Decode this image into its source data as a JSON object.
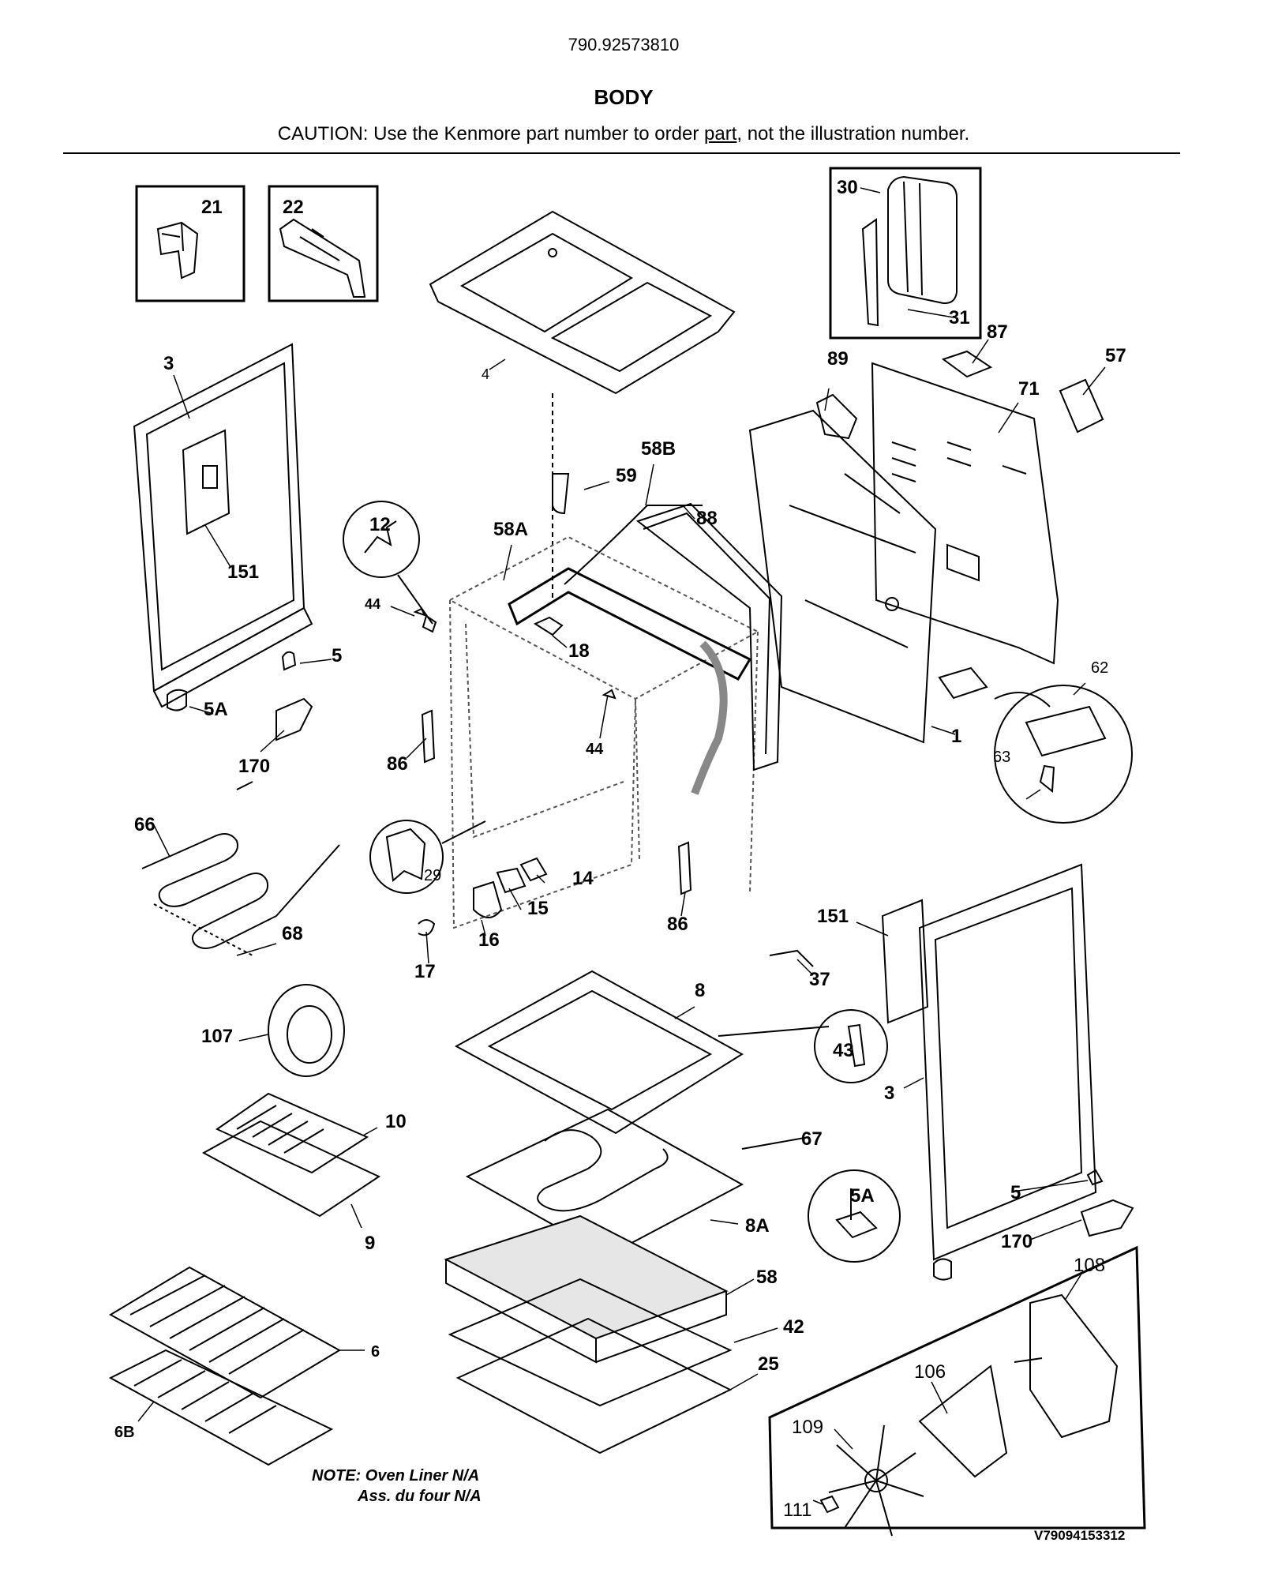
{
  "header": {
    "model": "790.92573810",
    "title": "BODY",
    "caution_pre": "CAUTION: Use the Kenmore part number to order ",
    "caution_word": "part",
    "caution_post": ", not the illustration number."
  },
  "labels": {
    "p21": "21",
    "p22": "22",
    "p30": "30",
    "p31": "31",
    "p87": "87",
    "p57": "57",
    "p89": "89",
    "p71": "71",
    "p3a": "3",
    "p4": "4",
    "p59": "59",
    "p58b": "58B",
    "p88": "88",
    "p58a": "58A",
    "p12": "12",
    "p151a": "151",
    "p44a": "44",
    "p18": "18",
    "p5a": "5",
    "p5aa": "5A",
    "p170a": "170",
    "p86a": "86",
    "p44b": "44",
    "p1": "1",
    "p62": "62",
    "p63": "63",
    "p66": "66",
    "p68": "68",
    "p29": "29",
    "p14": "14",
    "p15": "15",
    "p16": "16",
    "p17": "17",
    "p86b": "86",
    "p151b": "151",
    "p37": "37",
    "p8": "8",
    "p43": "43",
    "p107": "107",
    "p3b": "3",
    "p10": "10",
    "p67": "67",
    "p9": "9",
    "p5ab": "5A",
    "p5b": "5",
    "p8a": "8A",
    "p170b": "170",
    "p58": "58",
    "p108": "108",
    "p42": "42",
    "p6": "6",
    "p25": "25",
    "p106": "106",
    "p109": "109",
    "p6b": "6B",
    "p111": "111"
  },
  "note": {
    "line1": "NOTE: Oven Liner N/A",
    "line2": "Ass. du four N/A"
  },
  "diagram_code": "V79094153312"
}
